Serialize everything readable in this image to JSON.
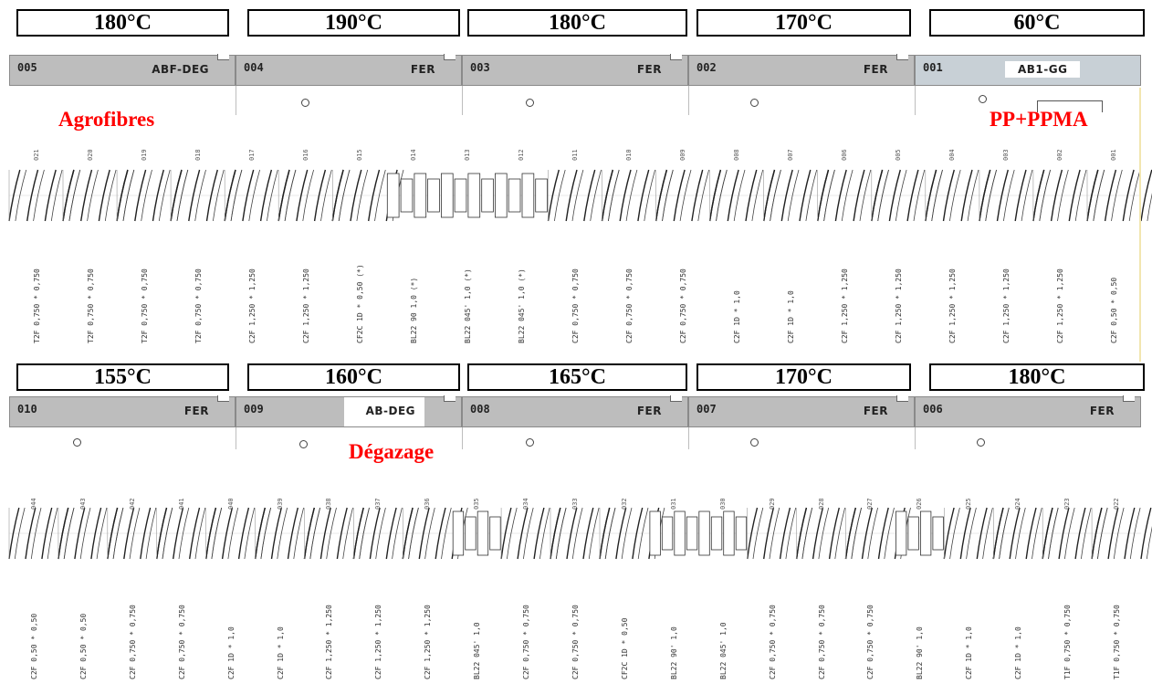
{
  "row1": {
    "temperatures": [
      "180°C",
      "190°C",
      "180°C",
      "170°C",
      "60°C"
    ],
    "barrels": [
      {
        "id": "005",
        "type": "ABF-DEG"
      },
      {
        "id": "004",
        "type": "FER"
      },
      {
        "id": "003",
        "type": "FER"
      },
      {
        "id": "002",
        "type": "FER"
      },
      {
        "id": "001",
        "type": "AB1-GG"
      }
    ],
    "labels": {
      "left": "Agrofibres",
      "right": "PP+PPMA"
    },
    "elements": [
      {
        "num": "021",
        "label": "T2F 0,750 * 0,750",
        "kind": "screw"
      },
      {
        "num": "020",
        "label": "T2F 0,750 * 0,750",
        "kind": "screw"
      },
      {
        "num": "019",
        "label": "T2F 0,750 * 0,750",
        "kind": "screw"
      },
      {
        "num": "018",
        "label": "T2F 0,750 * 0,750",
        "kind": "screw"
      },
      {
        "num": "017",
        "label": "C2F 1,250 * 1,250",
        "kind": "screw"
      },
      {
        "num": "016",
        "label": "C2F 1,250 * 1,250",
        "kind": "screw"
      },
      {
        "num": "015",
        "label": "CF2C 1D * 0,50 (*)",
        "kind": "screw"
      },
      {
        "num": "014",
        "label": "BL22 90 1,0 (*)",
        "kind": "kneading"
      },
      {
        "num": "013",
        "label": "BL22 045' 1,0 (*)",
        "kind": "kneading"
      },
      {
        "num": "012",
        "label": "BL22 045' 1,0 (*)",
        "kind": "kneading"
      },
      {
        "num": "011",
        "label": "C2F 0,750 * 0,750",
        "kind": "screw"
      },
      {
        "num": "010",
        "label": "C2F 0,750 * 0,750",
        "kind": "screw"
      },
      {
        "num": "009",
        "label": "C2F 0,750 * 0,750",
        "kind": "screw"
      },
      {
        "num": "008",
        "label": "C2F 1D * 1,0",
        "kind": "screw"
      },
      {
        "num": "007",
        "label": "C2F 1D * 1,0",
        "kind": "screw"
      },
      {
        "num": "006",
        "label": "C2F 1,250 * 1,250",
        "kind": "screw"
      },
      {
        "num": "005",
        "label": "C2F 1,250 * 1,250",
        "kind": "screw"
      },
      {
        "num": "004",
        "label": "C2F 1,250 * 1,250",
        "kind": "screw"
      },
      {
        "num": "003",
        "label": "C2F 1,250 * 1,250",
        "kind": "screw"
      },
      {
        "num": "002",
        "label": "C2F 1,250 * 1,250",
        "kind": "screw"
      },
      {
        "num": "001",
        "label": "C2F 0,50 * 0,50",
        "kind": "screw"
      }
    ]
  },
  "row2": {
    "temperatures": [
      "155°C",
      "160°C",
      "165°C",
      "170°C",
      "180°C"
    ],
    "barrels": [
      {
        "id": "010",
        "type": "FER"
      },
      {
        "id": "009",
        "type": "AB-DEG"
      },
      {
        "id": "008",
        "type": "FER"
      },
      {
        "id": "007",
        "type": "FER"
      },
      {
        "id": "006",
        "type": "FER"
      }
    ],
    "labels": {
      "middle": "Dégazage"
    },
    "elements": [
      {
        "num": "044",
        "label": "C2F 0,50 * 0,50",
        "kind": "screw"
      },
      {
        "num": "043",
        "label": "C2F 0,50 * 0,50",
        "kind": "screw"
      },
      {
        "num": "042",
        "label": "C2F 0,750 * 0,750",
        "kind": "screw"
      },
      {
        "num": "041",
        "label": "C2F 0,750 * 0,750",
        "kind": "screw"
      },
      {
        "num": "040",
        "label": "C2F 1D * 1,0",
        "kind": "screw"
      },
      {
        "num": "039",
        "label": "C2F 1D * 1,0",
        "kind": "screw"
      },
      {
        "num": "038",
        "label": "C2F 1,250 * 1,250",
        "kind": "screw"
      },
      {
        "num": "037",
        "label": "C2F 1,250 * 1,250",
        "kind": "screw"
      },
      {
        "num": "036",
        "label": "C2F 1,250 * 1,250",
        "kind": "screw"
      },
      {
        "num": "035",
        "label": "BL22 045' 1,0",
        "kind": "kneading"
      },
      {
        "num": "034",
        "label": "C2F 0,750 * 0,750",
        "kind": "screw"
      },
      {
        "num": "033",
        "label": "C2F 0,750 * 0,750",
        "kind": "screw"
      },
      {
        "num": "032",
        "label": "CF2C 1D * 0,50",
        "kind": "screw"
      },
      {
        "num": "031",
        "label": "BL22 90' 1,0",
        "kind": "kneading"
      },
      {
        "num": "030",
        "label": "BL22 045' 1,0",
        "kind": "kneading"
      },
      {
        "num": "029",
        "label": "C2F 0,750 * 0,750",
        "kind": "screw"
      },
      {
        "num": "028",
        "label": "C2F 0,750 * 0,750",
        "kind": "screw"
      },
      {
        "num": "027",
        "label": "C2F 0,750 * 0,750",
        "kind": "screw"
      },
      {
        "num": "026",
        "label": "BL22 90' 1,0",
        "kind": "kneading"
      },
      {
        "num": "025",
        "label": "C2F 1D * 1,0",
        "kind": "screw"
      },
      {
        "num": "024",
        "label": "C2F 1D * 1,0",
        "kind": "screw"
      },
      {
        "num": "023",
        "label": "T1F 0,750 * 0,750",
        "kind": "screw"
      },
      {
        "num": "022",
        "label": "T1F 0,750 * 0,750",
        "kind": "screw"
      }
    ]
  }
}
